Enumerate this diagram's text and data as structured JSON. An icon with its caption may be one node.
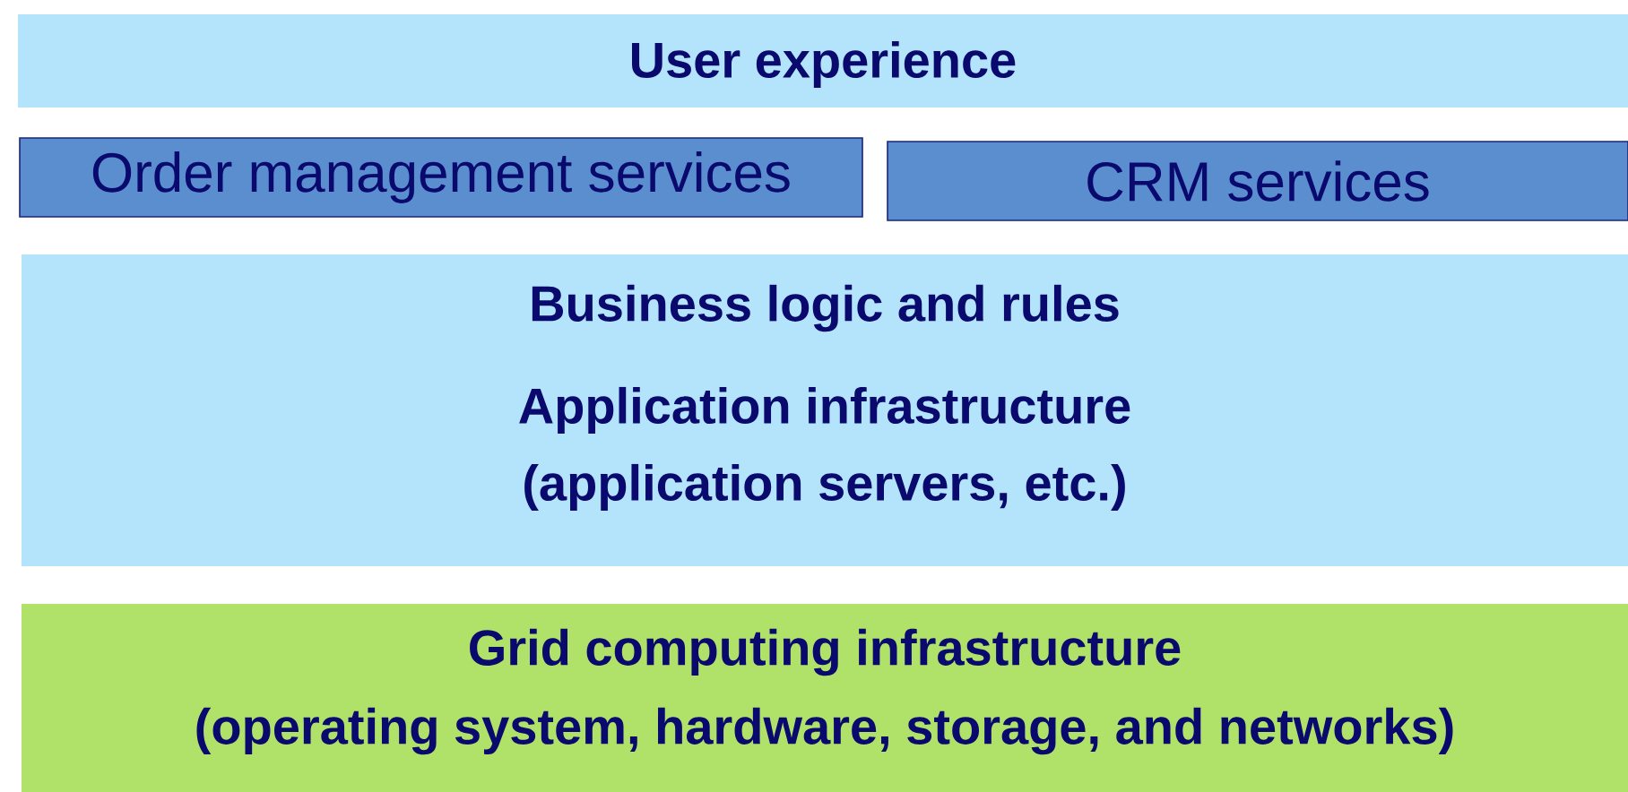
{
  "diagram": {
    "nodes": [
      {
        "text": [
          "User experience"
        ]
      },
      {
        "text": [
          "Order management services"
        ]
      },
      {
        "text": [
          "CRM services"
        ]
      },
      {
        "text": [
          "Business logic and rules",
          "Application infrastructure",
          "(application servers, etc.)"
        ]
      },
      {
        "text": [
          "Grid computing infrastructure",
          "(operating system, hardware, storage, and networks)"
        ]
      }
    ]
  }
}
